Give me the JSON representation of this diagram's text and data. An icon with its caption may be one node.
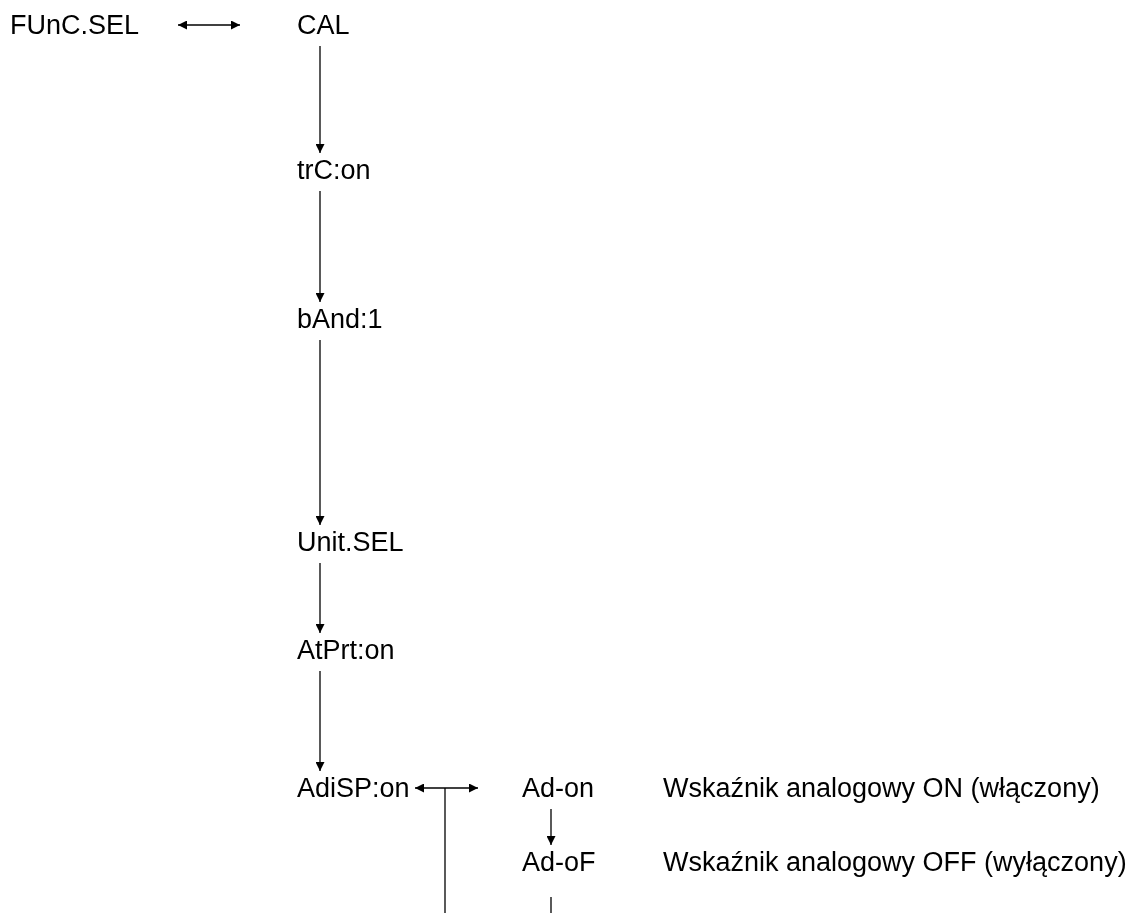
{
  "diagram": {
    "nodes": [
      {
        "text": [
          "FUnC.SEL"
        ]
      },
      {
        "text": [
          "CAL"
        ]
      },
      {
        "text": [
          "trC:on"
        ]
      },
      {
        "text": [
          "bAnd:1"
        ]
      },
      {
        "text": [
          "Unit.SEL"
        ]
      },
      {
        "text": [
          "AtPrt:on"
        ]
      },
      {
        "text": [
          "AdiSP:on"
        ]
      },
      {
        "text": [
          "Ad-on"
        ],
        "beside": [
          "Wskaźnik analogowy ON (włączony)"
        ]
      },
      {
        "text": [
          "Ad-oF"
        ],
        "beside": [
          "Wskaźnik analogowy OFF (wyłączony)"
        ]
      }
    ],
    "edges": [
      {
        "from": 0,
        "to": 1,
        "arrow": "both"
      },
      {
        "from": 1,
        "to": 2,
        "arrow": "to"
      },
      {
        "from": 2,
        "to": 3,
        "arrow": "to"
      },
      {
        "from": 3,
        "to": 4,
        "arrow": "to"
      },
      {
        "from": 4,
        "to": 5,
        "arrow": "to"
      },
      {
        "from": 5,
        "to": 6,
        "arrow": "to"
      },
      {
        "from": 6,
        "to": 7,
        "arrow": "both"
      },
      {
        "from": 7,
        "to": 8,
        "arrow": "to"
      },
      {
        "from": 6,
        "to": null,
        "arrow": "none"
      },
      {
        "from": 8,
        "to": null,
        "arrow": "none"
      }
    ]
  }
}
